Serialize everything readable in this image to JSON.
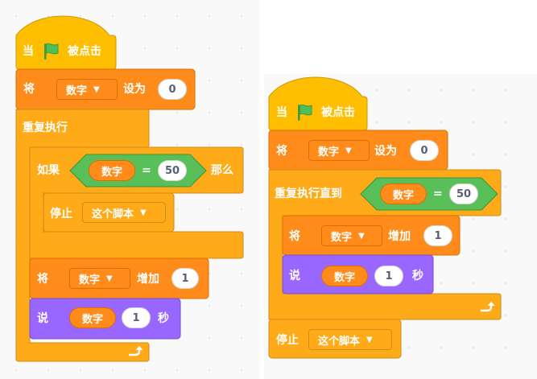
{
  "script1": {
    "hat": {
      "prefix": "当",
      "icon": "green-flag-icon",
      "suffix": "被点击"
    },
    "set": {
      "label": "将",
      "variable": "数字",
      "action": "设为",
      "value": "0"
    },
    "forever": {
      "label": "重复执行"
    },
    "if_block": {
      "label": "如果",
      "variable": "数字",
      "operator": "=",
      "value": "50",
      "then": "那么"
    },
    "stop": {
      "label": "停止",
      "option": "这个脚本"
    },
    "change": {
      "label": "将",
      "variable": "数字",
      "action": "增加",
      "value": "1"
    },
    "say": {
      "label": "说",
      "reporter": "数字",
      "secs": "1",
      "unit": "秒"
    }
  },
  "script2": {
    "hat": {
      "prefix": "当",
      "icon": "green-flag-icon",
      "suffix": "被点击"
    },
    "set": {
      "label": "将",
      "variable": "数字",
      "action": "设为",
      "value": "0"
    },
    "repeat_until": {
      "label": "重复执行直到",
      "variable": "数字",
      "operator": "=",
      "value": "50"
    },
    "change": {
      "label": "将",
      "variable": "数字",
      "action": "增加",
      "value": "1"
    },
    "say": {
      "label": "说",
      "reporter": "数字",
      "secs": "1",
      "unit": "秒"
    },
    "stop": {
      "label": "停止",
      "option": "这个脚本"
    }
  },
  "colors": {
    "events": "#ffbf00",
    "control": "#ffab19",
    "variables": "#ff8c1a",
    "looks": "#9966ff",
    "operators": "#59c059",
    "flag": "#4cbf56"
  }
}
